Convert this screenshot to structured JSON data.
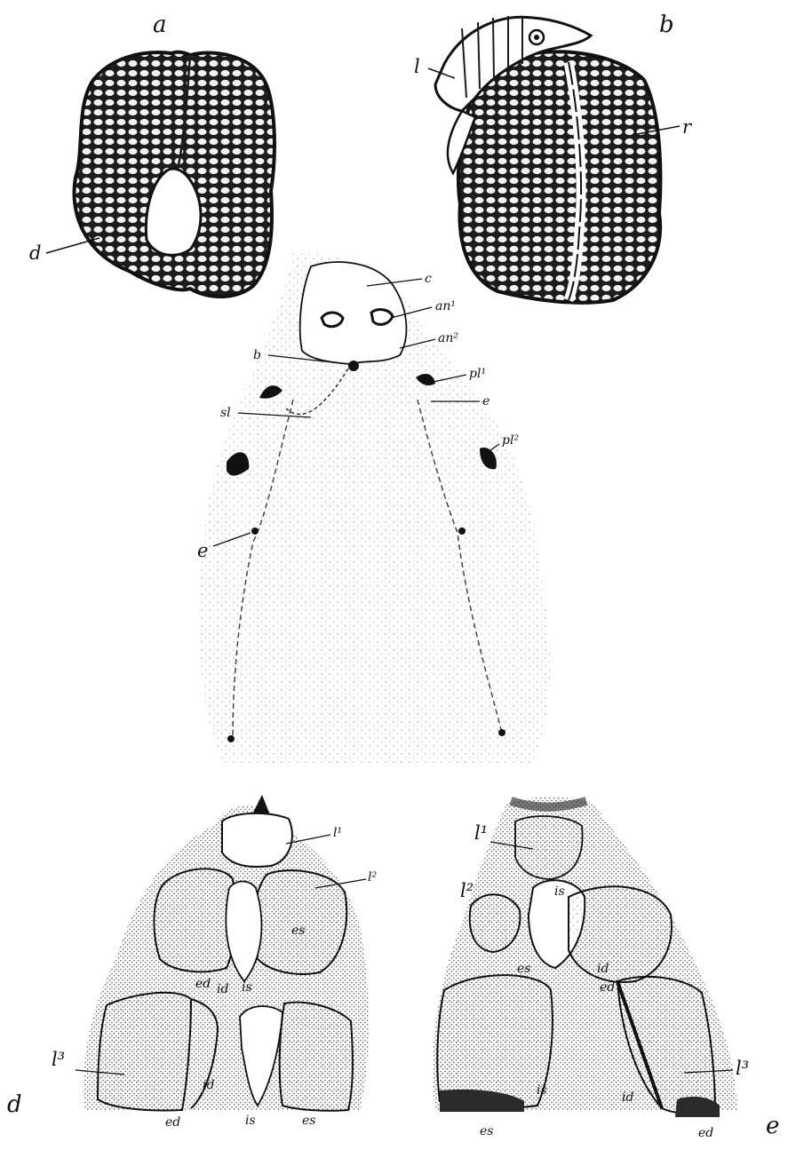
{
  "figure": {
    "panel_letters": {
      "a": "a",
      "b": "b",
      "d": "d",
      "e": "e"
    },
    "panel_a": {
      "labels": {
        "d": "d"
      }
    },
    "panel_b": {
      "labels": {
        "l": "l",
        "r": "r"
      }
    },
    "panel_c": {
      "labels": {
        "c": "c",
        "an1": "an¹",
        "an2": "an²",
        "b": "b",
        "pl1": "pl¹",
        "e_upper": "e",
        "sl": "sl",
        "pl2": "pl²",
        "e_lower": "e"
      }
    },
    "panel_d": {
      "labels": {
        "l1": "l¹",
        "l2": "l²",
        "es_top": "es",
        "ed_top": "ed",
        "id_top": "id",
        "is_top": "is",
        "l3": "l³",
        "id_bottom": "id",
        "ed_bottom": "ed",
        "is_bottom": "is",
        "es_bottom": "es"
      }
    },
    "panel_e": {
      "labels": {
        "l1": "l¹",
        "l2": "l²",
        "is_top": "is",
        "es": "es",
        "id_top": "id",
        "ed": "ed",
        "l3": "l³",
        "is_bottom": "is",
        "id_bottom": "id",
        "es_bottom": "es",
        "ed_bottom": "ed"
      }
    }
  }
}
